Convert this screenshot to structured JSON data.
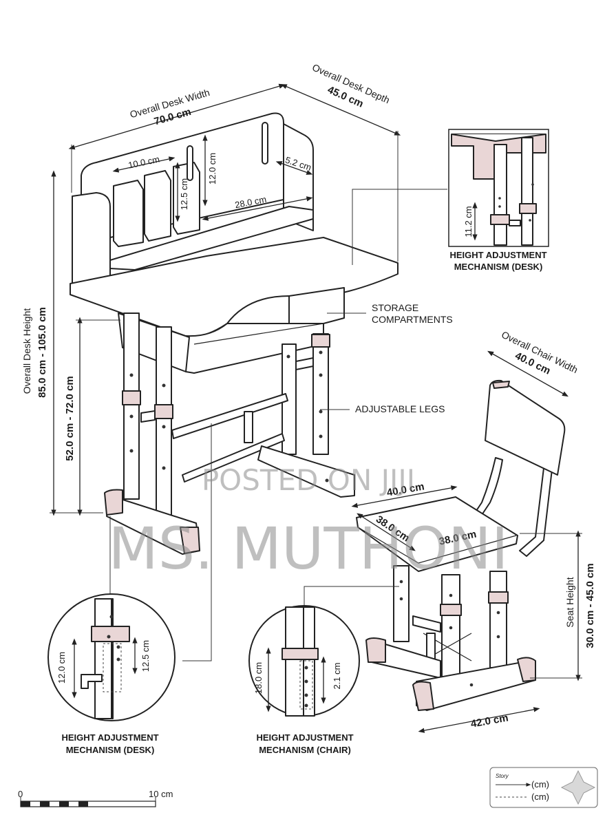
{
  "desk": {
    "width_label": "Overall Desk Width",
    "width_value": "70.0 cm",
    "depth_label": "Overall Desk Depth",
    "depth_value": "45.0 cm",
    "height_label": "Overall Desk Height",
    "height_value": "85.0 cm - 105.0 cm",
    "table_height_value": "52.0 cm - 72.0 cm",
    "shelf": {
      "divider_gap": "10.0 cm",
      "divider_height": "12.5 cm",
      "back_height": "12.0 cm",
      "shelf_width": "28.0 cm",
      "shelf_depth": "5.2 cm"
    }
  },
  "callouts": {
    "storage_line1": "STORAGE",
    "storage_line2": "COMPARTMENTS",
    "legs": "ADJUSTABLE LEGS"
  },
  "chair": {
    "width_label": "Overall Chair Width",
    "width_value": "40.0 cm",
    "seat_width": "40.0 cm",
    "seat_depth_left": "38.0 cm",
    "seat_depth_right": "38.0 cm",
    "seat_height_label": "Seat Height",
    "seat_height_value": "30.0 cm - 45.0 cm",
    "base_width": "42.0 cm"
  },
  "insets": {
    "top_right": {
      "title_line1": "HEIGHT ADJUSTMENT",
      "title_line2": "MECHANISM (DESK)",
      "dim": "11.2 cm"
    },
    "bottom_left": {
      "title_line1": "HEIGHT ADJUSTMENT",
      "title_line2": "MECHANISM (DESK)",
      "dim_a": "12.0 cm",
      "dim_b": "12.5 cm"
    },
    "bottom_mid": {
      "title_line1": "HEIGHT ADJUSTMENT",
      "title_line2": "MECHANISM (CHAIR)",
      "dim_a": "18.0 cm",
      "dim_b": "2.1 cm"
    }
  },
  "watermark": {
    "line1": "POSTED ON JIJI",
    "line2": "MS. MUTHONI"
  },
  "scale_bar": {
    "start": "0",
    "end": "10 cm"
  },
  "legend": {
    "heading": "Story",
    "row1": "(cm)",
    "row2": "(cm)"
  },
  "colors": {
    "accent": "#e9d6d6",
    "line": "#222222",
    "watermark": "#8a8a8a"
  }
}
